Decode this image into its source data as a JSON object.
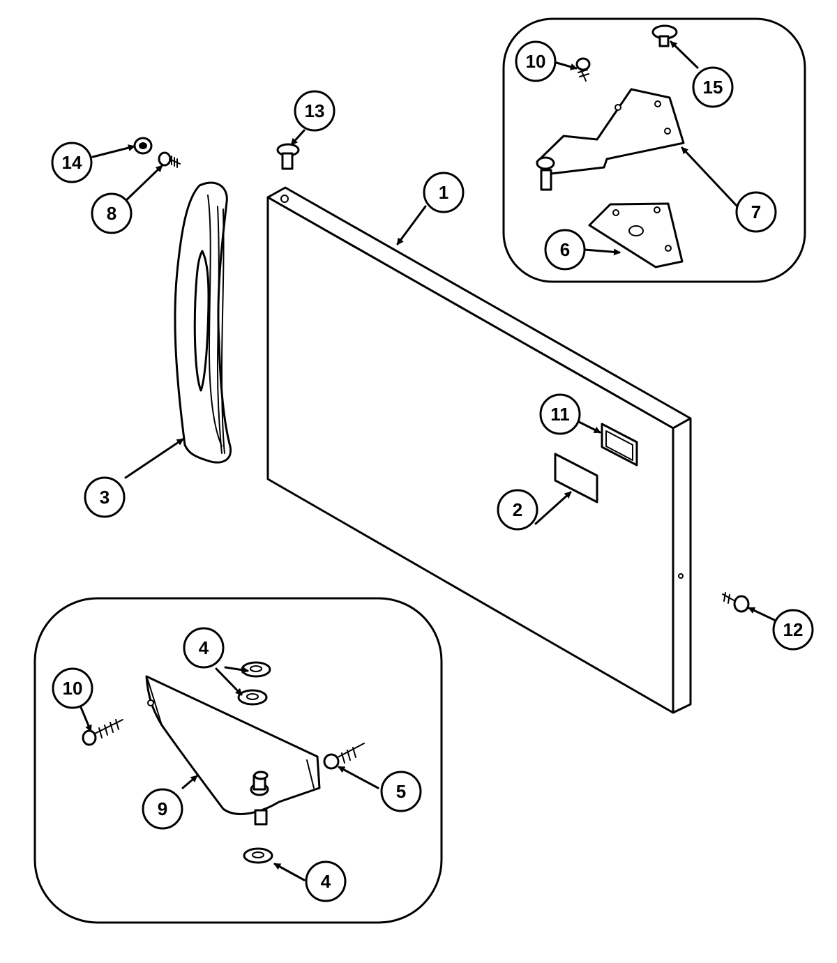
{
  "colors": {
    "line": "#000000",
    "background": "#ffffff"
  },
  "callouts": [
    {
      "id": "c1",
      "label": "1"
    },
    {
      "id": "c2",
      "label": "2"
    },
    {
      "id": "c3",
      "label": "3"
    },
    {
      "id": "c4a",
      "label": "4"
    },
    {
      "id": "c4b",
      "label": "4"
    },
    {
      "id": "c5",
      "label": "5"
    },
    {
      "id": "c6",
      "label": "6"
    },
    {
      "id": "c7",
      "label": "7"
    },
    {
      "id": "c8",
      "label": "8"
    },
    {
      "id": "c9",
      "label": "9"
    },
    {
      "id": "c10a",
      "label": "10"
    },
    {
      "id": "c10b",
      "label": "10"
    },
    {
      "id": "c11",
      "label": "11"
    },
    {
      "id": "c12",
      "label": "12"
    },
    {
      "id": "c13",
      "label": "13"
    },
    {
      "id": "c14",
      "label": "14"
    },
    {
      "id": "c15",
      "label": "15"
    }
  ]
}
